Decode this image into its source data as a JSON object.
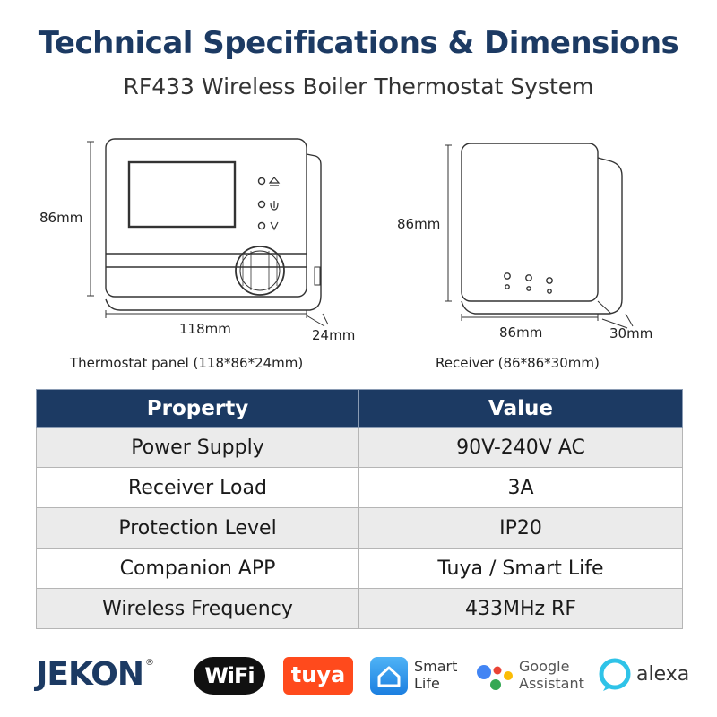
{
  "header": {
    "title": "Technical Specifications & Dimensions",
    "subtitle": "RF433 Wireless Boiler Thermostat System"
  },
  "thermostat": {
    "height_label": "86mm",
    "width_label": "118mm",
    "depth_label": "24mm",
    "caption": "Thermostat panel (118*86*24mm)"
  },
  "receiver": {
    "height_label": "86mm",
    "width_label": "86mm",
    "depth_label": "30mm",
    "caption": "Receiver (86*86*30mm)"
  },
  "table": {
    "headers": [
      "Property",
      "Value"
    ],
    "rows": [
      [
        "Power Supply",
        "90V-240V AC"
      ],
      [
        "Receiver Load",
        "3A"
      ],
      [
        "Protection Level",
        "IP20"
      ],
      [
        "Companion APP",
        "Tuya / Smart Life"
      ],
      [
        "Wireless Frequency",
        "433MHz RF"
      ]
    ]
  },
  "logos": {
    "brand": "JEKON",
    "brand_mark": "®",
    "wifi": "WiFi",
    "tuya": "tuya",
    "smart_life_line1": "Smart",
    "smart_life_line2": "Life",
    "google_line1": "Google",
    "google_line2": "Assistant",
    "alexa": "alexa"
  },
  "colors": {
    "title": "#1c3a63",
    "table_header_bg": "#1c3a63",
    "tuya_orange": "#ff4a1c",
    "smart_life_blue": "#1c7fe0",
    "alexa_cyan": "#2fc3e8"
  }
}
